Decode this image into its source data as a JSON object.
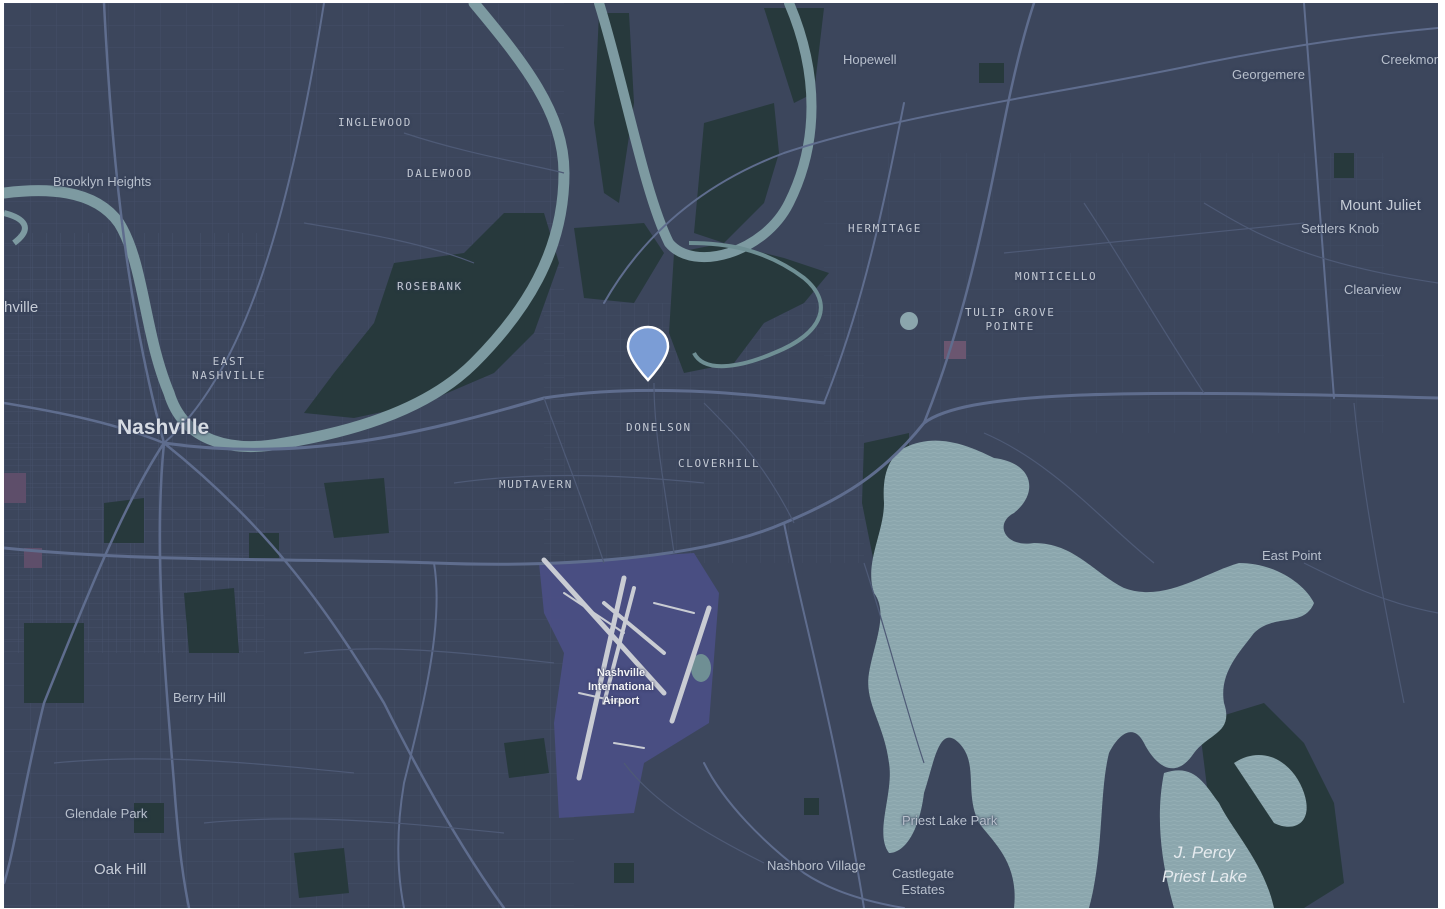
{
  "map": {
    "colors": {
      "land": "#3c465c",
      "water": "#8ba6ad",
      "park": "#27393c",
      "road_major": "#5f6d8e",
      "road_minor": "#4b5670",
      "airport": "#4a4f86",
      "runway": "#c9ccd3",
      "marker": "#7b9dd6"
    },
    "cities": {
      "nashville": "Nashville",
      "nashville_partial": "hville",
      "brooklyn_heights": "Brooklyn Heights",
      "hopewell": "Hopewell",
      "georgemere": "Georgemere",
      "creekmont": "Creekmon",
      "mount_juliet": "Mount Juliet",
      "settlers_knob": "Settlers Knob",
      "clearview": "Clearview",
      "east_point": "East Point",
      "berry_hill": "Berry Hill",
      "glendale_park": "Glendale Park",
      "oak_hill": "Oak Hill",
      "priest_lake_park": "Priest Lake Park",
      "nashboro_village": "Nashboro Village",
      "castlegate_line1": "Castlegate",
      "castlegate_line2": "Estates"
    },
    "neighborhoods": {
      "inglewood": "INGLEWOOD",
      "dalewood": "DALEWOOD",
      "rosebank": "ROSEBANK",
      "east_nashville_line1": "EAST",
      "east_nashville_line2": "NASHVILLE",
      "hermitage": "HERMITAGE",
      "monticello": "MONTICELLO",
      "tulip_grove_line1": "TULIP GROVE",
      "tulip_grove_line2": "POINTE",
      "donelson": "DONELSON",
      "cloverhill": "CLOVERHILL",
      "mudtavern": "MUDTAVERN"
    },
    "poi": {
      "airport_line1": "Nashville",
      "airport_line2": "International",
      "airport_line3": "Airport"
    },
    "water_labels": {
      "lake_line1": "J. Percy",
      "lake_line2": "Priest Lake"
    },
    "marker_icon": "map-pin-icon"
  }
}
